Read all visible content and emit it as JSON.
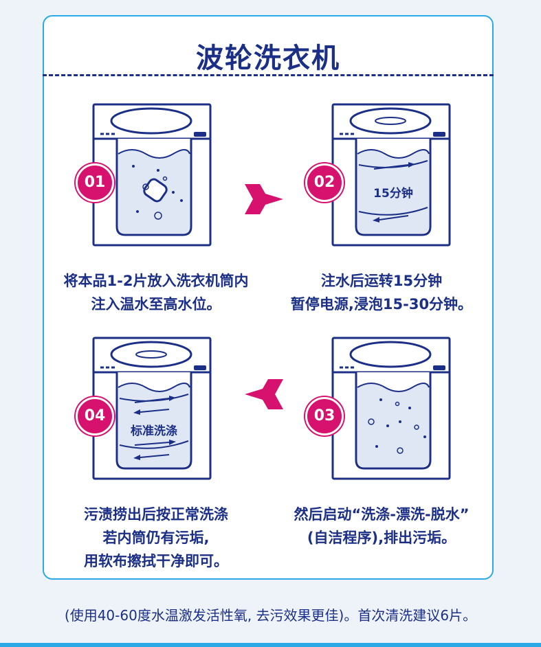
{
  "title": "波轮洗衣机",
  "steps": [
    {
      "number": "01",
      "caption_lines": [
        "将本品1-2片放入洗衣机筒内",
        "注入温水至高水位。"
      ],
      "drum_label": ""
    },
    {
      "number": "02",
      "caption_lines": [
        "注水后运转15分钟",
        "暂停电源,浸泡15-30分钟。"
      ],
      "drum_label": "15分钟"
    },
    {
      "number": "03",
      "caption_lines": [
        "然后启动“洗涤-漂洗-脱水”",
        "(自洁程序),排出污垢。"
      ],
      "drum_label": ""
    },
    {
      "number": "04",
      "caption_lines": [
        "污渍捞出后按正常洗涤",
        "若内筒仍有污垢,",
        "用软布擦拭干净即可。"
      ],
      "drum_label": "标准洗涤"
    }
  ],
  "footer": "(使用40-60度水温激发活性氧, 去污效果更佳)。首次清洗建议6片。",
  "colors": {
    "navy": "#1b2f86",
    "accent": "#d6126e",
    "border": "#2aa9e6",
    "water": "#dfe6f4"
  },
  "icons": [
    "washer-icon",
    "arrow-right-icon",
    "arrow-left-icon",
    "tablet-icon"
  ]
}
